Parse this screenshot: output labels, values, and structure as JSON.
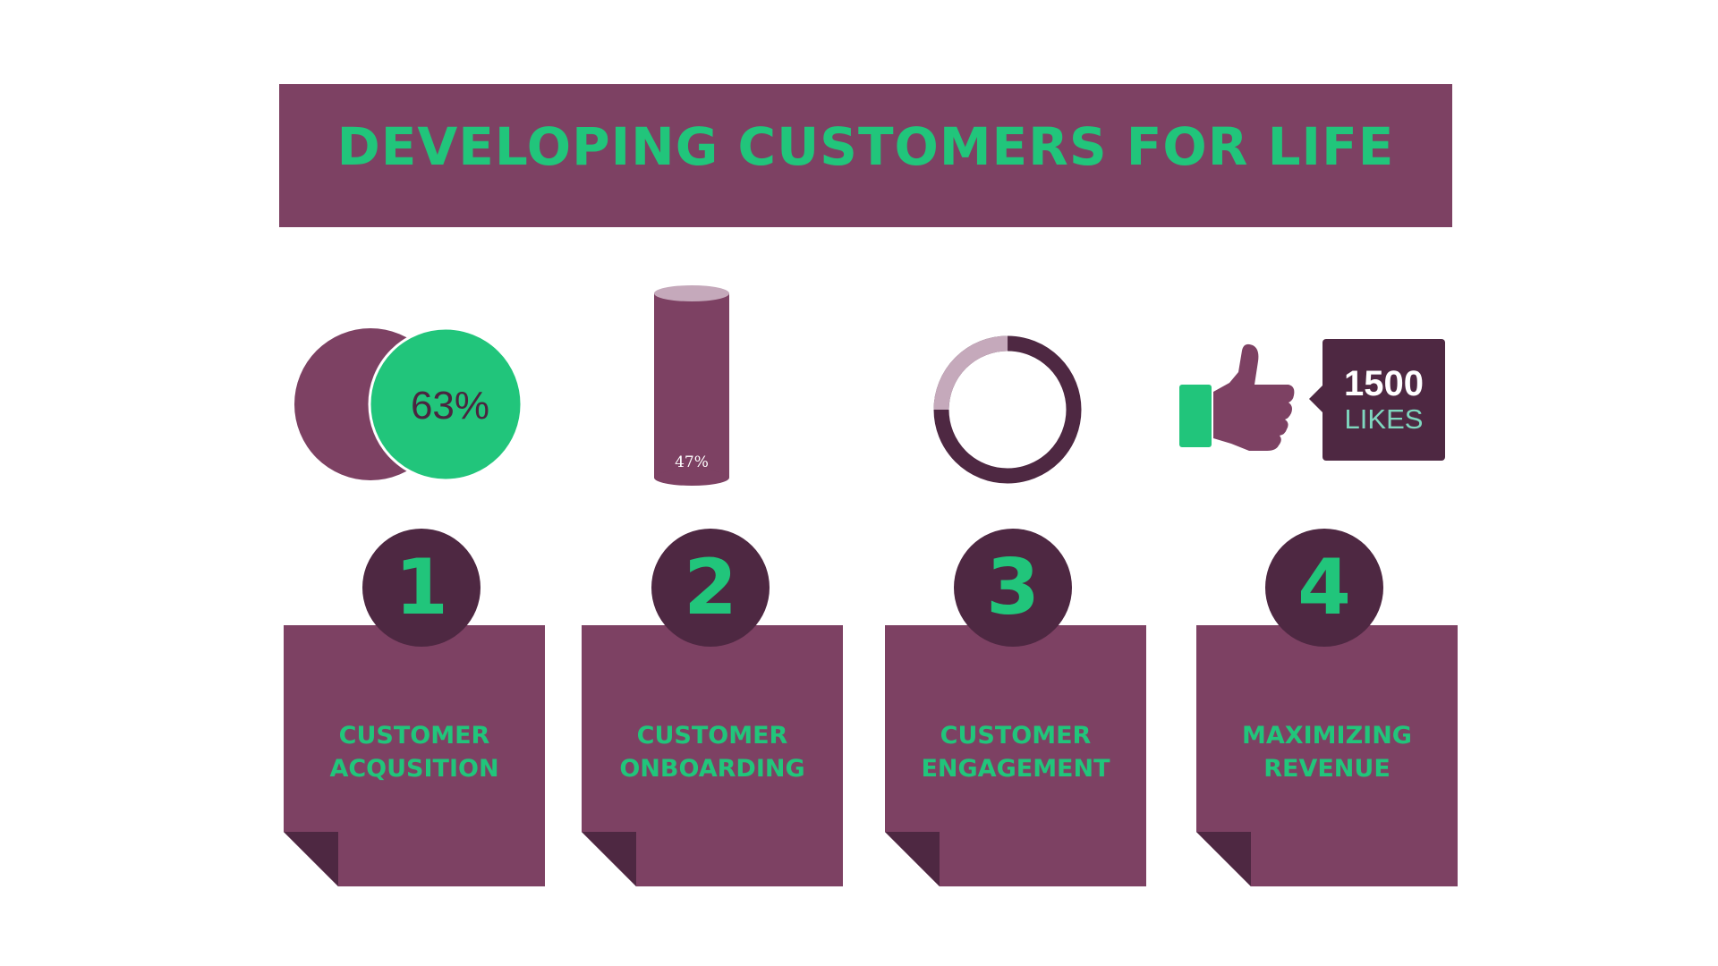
{
  "title": "DEVELOPING CUSTOMERS FOR LIFE",
  "colors": {
    "purple": "#7d4163",
    "dark_purple": "#4e2842",
    "green": "#21c57b",
    "light_purple": "#c5a9bb"
  },
  "metrics": {
    "venn": {
      "value": "63%",
      "percent": 63
    },
    "cylinder": {
      "value": "47%",
      "percent": 47
    },
    "donut": {
      "percent": 25
    },
    "likes": {
      "count": "1500",
      "label": "LIKES",
      "icon": "thumbs-up-icon"
    }
  },
  "steps": [
    {
      "number": "1",
      "line1": "CUSTOMER",
      "line2": "ACQUSITION"
    },
    {
      "number": "2",
      "line1": "CUSTOMER",
      "line2": "ONBOARDING"
    },
    {
      "number": "3",
      "line1": "CUSTOMER",
      "line2": "ENGAGEMENT"
    },
    {
      "number": "4",
      "line1": "MAXIMIZING",
      "line2": "REVENUE"
    }
  ]
}
